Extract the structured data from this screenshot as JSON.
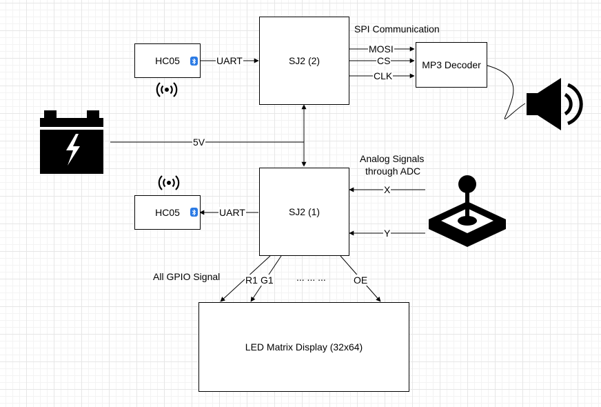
{
  "blocks": {
    "hc05_top": "HC05",
    "hc05_bottom": "HC05",
    "sj2_top": "SJ2 (2)",
    "sj2_bottom": "SJ2 (1)",
    "mp3": "MP3 Decoder",
    "led": "LED Matrix Display (32x64)"
  },
  "labels": {
    "uart_top": "UART",
    "uart_bottom": "UART",
    "spi": "SPI Communication",
    "mosi": "MOSI",
    "cs": "CS",
    "clk": "CLK",
    "power": "5V",
    "analog_line1": "Analog Signals",
    "analog_line2": "through ADC",
    "x": "X",
    "y": "Y",
    "gpio": "All GPIO Signal",
    "r1": "R1",
    "g1": "G1",
    "ellipsis": "... ... ...",
    "oe": "OE"
  },
  "icons": {
    "battery": "battery-icon",
    "speaker": "speaker-icon",
    "joystick": "joystick-icon",
    "wireless_top": "wireless-signal-icon",
    "wireless_bottom": "wireless-signal-icon",
    "bluetooth_top": "bluetooth-icon",
    "bluetooth_bottom": "bluetooth-icon"
  },
  "colors": {
    "line": "#000000",
    "bluetooth": "#2a7ae4",
    "grid": "#e6e6e6"
  }
}
